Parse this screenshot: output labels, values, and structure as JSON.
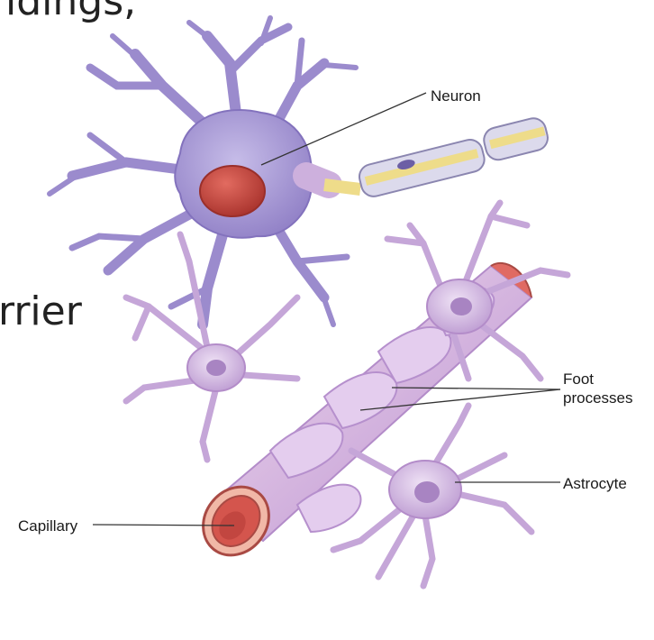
{
  "slide": {
    "text_fragment_top": "ldings,",
    "text_fragment_middle": "rrier"
  },
  "diagram": {
    "labels": {
      "neuron": "Neuron",
      "foot_processes_line1": "Foot",
      "foot_processes_line2": "processes",
      "astrocyte": "Astrocyte",
      "capillary": "Capillary"
    },
    "colors": {
      "neuron_body": "#a99ad6",
      "astrocyte": "#cdb0dd",
      "capillary_wall": "#e06a63",
      "nucleus": "#c8453e",
      "myelin_sheath": "#d9d8ea",
      "axon_core": "#eedc8a"
    }
  }
}
